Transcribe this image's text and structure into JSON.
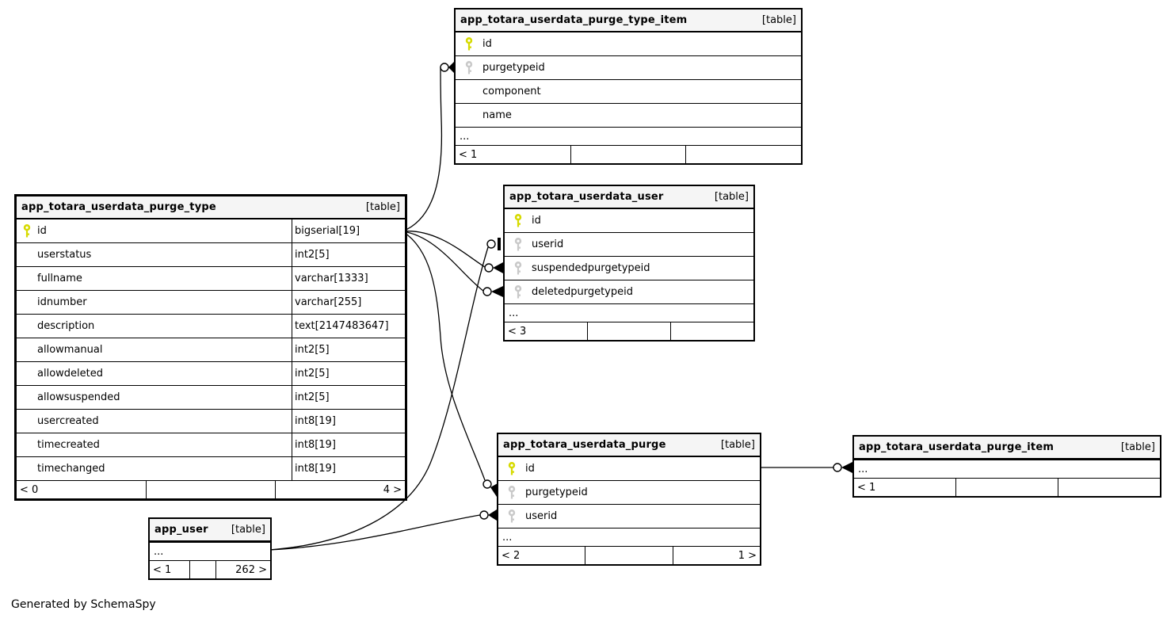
{
  "diagram": {
    "generator_note": "Generated by SchemaSpy",
    "colors": {
      "pk_key": "#d6da00",
      "fk_key": "#c9c9c9",
      "header_bg": "#f5f5f5",
      "border": "#000000"
    },
    "tables": [
      {
        "key": "purge_type_item",
        "title": "app_totara_userdata_purge_type_item",
        "tag": "[table]",
        "columns": [
          {
            "name": "id",
            "icon": "pk"
          },
          {
            "name": "purgetypeid",
            "icon": "fk"
          },
          {
            "name": "component"
          },
          {
            "name": "name"
          }
        ],
        "ellipsis": "...",
        "footer": {
          "left": "< 1",
          "mid": "",
          "right": ""
        }
      },
      {
        "key": "userdata_user",
        "title": "app_totara_userdata_user",
        "tag": "[table]",
        "columns": [
          {
            "name": "id",
            "icon": "pk"
          },
          {
            "name": "userid",
            "icon": "fk"
          },
          {
            "name": "suspendedpurgetypeid",
            "icon": "fk"
          },
          {
            "name": "deletedpurgetypeid",
            "icon": "fk"
          }
        ],
        "ellipsis": "...",
        "footer": {
          "left": "< 3",
          "mid": "",
          "right": ""
        }
      },
      {
        "key": "purge_type",
        "title": "app_totara_userdata_purge_type",
        "tag": "[table]",
        "columns": [
          {
            "name": "id",
            "icon": "pk",
            "type": "bigserial[19]"
          },
          {
            "name": "userstatus",
            "type": "int2[5]"
          },
          {
            "name": "fullname",
            "type": "varchar[1333]"
          },
          {
            "name": "idnumber",
            "type": "varchar[255]"
          },
          {
            "name": "description",
            "type": "text[2147483647]"
          },
          {
            "name": "allowmanual",
            "type": "int2[5]"
          },
          {
            "name": "allowdeleted",
            "type": "int2[5]"
          },
          {
            "name": "allowsuspended",
            "type": "int2[5]"
          },
          {
            "name": "usercreated",
            "type": "int8[19]"
          },
          {
            "name": "timecreated",
            "type": "int8[19]"
          },
          {
            "name": "timechanged",
            "type": "int8[19]"
          }
        ],
        "ellipsis": null,
        "footer": {
          "left": "< 0",
          "mid": "",
          "right": "4 >"
        }
      },
      {
        "key": "app_user",
        "title": "app_user",
        "tag": "[table]",
        "columns": [],
        "ellipsis": "...",
        "footer": {
          "left": "< 1",
          "mid": "",
          "right": "262 >"
        }
      },
      {
        "key": "purge",
        "title": "app_totara_userdata_purge",
        "tag": "[table]",
        "columns": [
          {
            "name": "id",
            "icon": "pk"
          },
          {
            "name": "purgetypeid",
            "icon": "fk"
          },
          {
            "name": "userid",
            "icon": "fk"
          }
        ],
        "ellipsis": "...",
        "footer": {
          "left": "< 2",
          "mid": "",
          "right": "1 >"
        }
      },
      {
        "key": "purge_item",
        "title": "app_totara_userdata_purge_item",
        "tag": "[table]",
        "columns": [],
        "ellipsis": "...",
        "footer": {
          "left": "< 1",
          "mid": "",
          "right": ""
        }
      }
    ],
    "relationships": [
      {
        "from": "app_totara_userdata_purge_type.id",
        "to": "app_totara_userdata_purge_type_item.purgetypeid",
        "to_marker": "zero-or-many"
      },
      {
        "from": "app_totara_userdata_purge_type.id",
        "to": "app_totara_userdata_user.suspendedpurgetypeid",
        "to_marker": "zero-or-many"
      },
      {
        "from": "app_totara_userdata_purge_type.id",
        "to": "app_totara_userdata_user.deletedpurgetypeid",
        "to_marker": "zero-or-many"
      },
      {
        "from": "app_totara_userdata_purge_type.id",
        "to": "app_totara_userdata_purge.purgetypeid",
        "to_marker": "zero-or-many"
      },
      {
        "from": "app_user",
        "to": "app_totara_userdata_user.userid",
        "to_marker": "zero-or-one"
      },
      {
        "from": "app_user",
        "to": "app_totara_userdata_purge.userid",
        "to_marker": "zero-or-many"
      },
      {
        "from": "app_totara_userdata_purge.id",
        "to": "app_totara_userdata_purge_item",
        "to_marker": "zero-or-many"
      }
    ]
  }
}
